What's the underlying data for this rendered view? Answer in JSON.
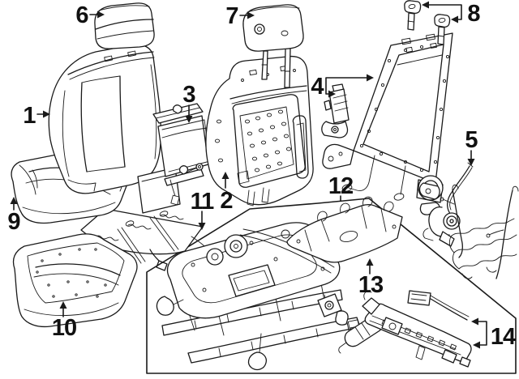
{
  "diagram": {
    "description": "Exploded parts diagram of a vehicle front seat assembly",
    "background_color": "#ffffff",
    "line_color": "#1a1a1a",
    "callouts": [
      {
        "number": "1",
        "target": "seat-back-cover",
        "pointer": "right"
      },
      {
        "number": "2",
        "target": "seat-back-pad",
        "pointer": "up"
      },
      {
        "number": "3",
        "target": "seat-back-panel",
        "pointer": "down"
      },
      {
        "number": "4",
        "target": "seat-back-frame",
        "pointer": "right"
      },
      {
        "number": "5",
        "target": "recliner-cable",
        "pointer": "down"
      },
      {
        "number": "6",
        "target": "headrest-left",
        "pointer": "right"
      },
      {
        "number": "7",
        "target": "headrest-right",
        "pointer": "right"
      },
      {
        "number": "8",
        "target": "headrest-guides",
        "pointer": "left"
      },
      {
        "number": "9",
        "target": "seat-cushion-cover",
        "pointer": "up"
      },
      {
        "number": "10",
        "target": "seat-cushion-pad",
        "pointer": "up"
      },
      {
        "number": "11",
        "target": "seat-heater-mat",
        "pointer": "down"
      },
      {
        "number": "12",
        "target": "seat-track-assembly",
        "pointer": "none"
      },
      {
        "number": "13",
        "target": "track-shield",
        "pointer": "up"
      },
      {
        "number": "14",
        "target": "track-motor-assembly",
        "pointer": "left"
      }
    ]
  }
}
